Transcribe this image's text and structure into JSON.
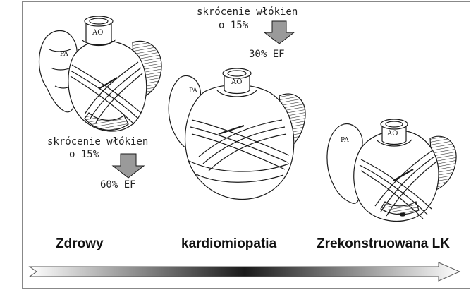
{
  "annotations": {
    "healthy_note_line1": "skrócenie włókien",
    "healthy_note_line2": "o 15%",
    "healthy_ef": "60% EF",
    "cardio_note_line1": "skrócenie włókien",
    "cardio_note_line2": "o 15%",
    "cardio_ef": "30% EF"
  },
  "heart_labels": {
    "aorta": "AO",
    "pulmonary_artery": "PA"
  },
  "captions": {
    "healthy": "Zdrowy",
    "cardiomyopathy": "kardiomiopatia",
    "reconstructed": "Zrekonstruowana LK"
  },
  "colors": {
    "arrow_gray": "#9a9a9a",
    "gradient_light": "#ffffff",
    "gradient_dark": "#1a1a1a",
    "line": "#1a1a1a"
  }
}
